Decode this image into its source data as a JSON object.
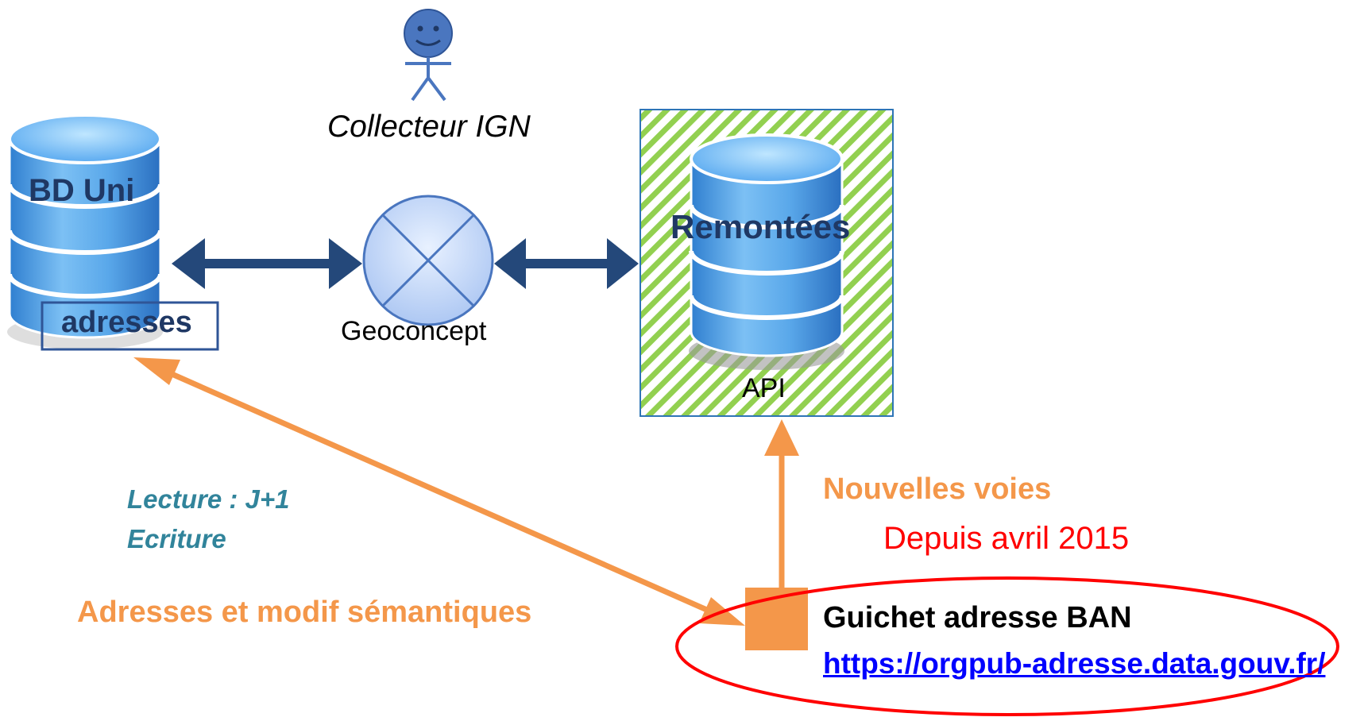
{
  "diagram": {
    "actor": {
      "icon": "stick-figure-icon",
      "label": "Collecteur IGN"
    },
    "bd_uni": {
      "label": "BD Uni",
      "sub_label": "adresses"
    },
    "geoconcept": {
      "label": "Geoconcept"
    },
    "remontees": {
      "label": "Remontées",
      "api_label": "API"
    },
    "edges": {
      "lecture": "Lecture : J+1",
      "ecriture": "Ecriture",
      "adresses_modif": "Adresses et modif sémantiques",
      "nouvelles_voies": "Nouvelles voies"
    },
    "guichet": {
      "since": "Depuis avril 2015",
      "title": "Guichet adresse BAN",
      "url": "https://orgpub-adresse.data.gouv.fr/"
    },
    "colors": {
      "db_blue": "#5ba3e6",
      "dark_arrow": "#24487a",
      "orange": "#f4974a",
      "teal": "#31849b",
      "red": "#ff0000",
      "link": "#0000ff",
      "hatch_green": "#92d050"
    }
  }
}
